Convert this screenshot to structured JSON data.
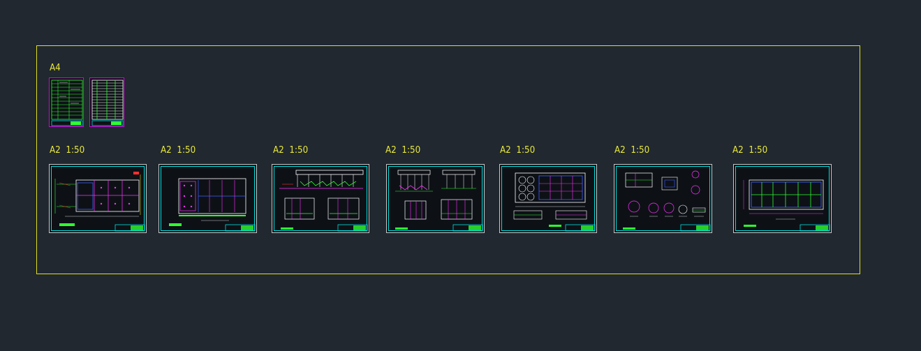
{
  "canvas": {
    "background": "#212830",
    "frame_color": "#e0e020"
  },
  "a4_group": {
    "label": "A4",
    "sheet_count": 2
  },
  "a2_group": {
    "labels": [
      "A2  1:50",
      "A2  1:50",
      "A2  1:50",
      "A2  1:50",
      "A2  1:50",
      "A2  1:50",
      "A2  1:50"
    ]
  },
  "colors": {
    "label": "#e8e83a",
    "sheet_border": "#00e0e0",
    "line_white": "#ffffff",
    "line_magenta": "#ff30ff",
    "line_green": "#30ff30",
    "line_blue": "#4060ff",
    "line_red": "#ff3030",
    "line_yellow": "#f0f020"
  }
}
